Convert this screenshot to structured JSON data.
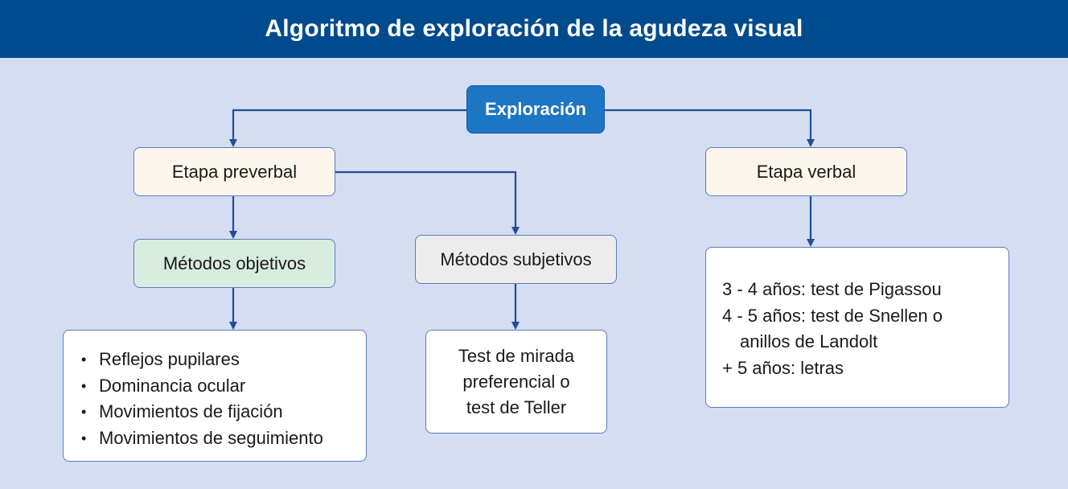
{
  "title": "Algoritmo de exploración de la agudeza visual",
  "nodes": {
    "root": "Exploración",
    "preverbal": "Etapa preverbal",
    "verbal": "Etapa verbal",
    "objetivos": "Métodos objetivos",
    "subjetivos": "Métodos subjetivos",
    "objetivos_items": [
      "Reflejos pupilares",
      "Dominancia ocular",
      "Movimientos de fijación",
      "Movimientos de seguimiento"
    ],
    "subjetivos_lines": [
      "Test de mirada",
      "preferencial o",
      "test de Teller"
    ],
    "verbal_lines": [
      "3 - 4 años: test de Pigassou",
      "4 - 5 años: test de Snellen o",
      "anillos de Landolt",
      "+ 5 años: letras"
    ]
  },
  "colors": {
    "header": "#004b8d",
    "background": "#d4ddf1",
    "root_fill": "#1c76c4",
    "stage_fill": "#fdf6ec",
    "objetivos_fill": "#d9ece0",
    "subjetivos_fill": "#ececec",
    "connector": "#1f4f93"
  }
}
